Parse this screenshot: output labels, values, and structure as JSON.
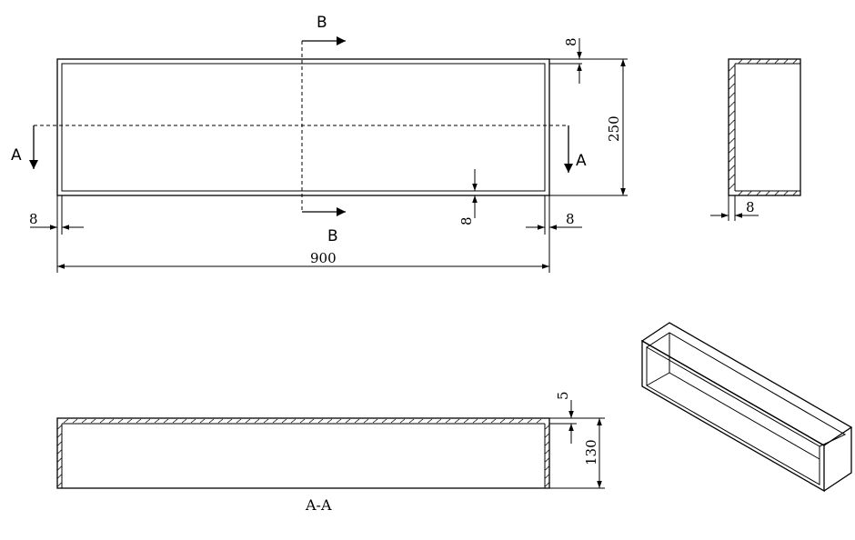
{
  "section_labels": {
    "a_left": "A",
    "a_right": "A",
    "b_top": "B",
    "b_bottom": "B"
  },
  "dimensions": {
    "top_thickness": "8",
    "height": "250",
    "left_wall": "8",
    "inner_bottom": "8",
    "right_wall": "8",
    "length": "900",
    "side_wall": "8",
    "section_top": "5",
    "section_height": "130"
  },
  "section_caption": "A-A"
}
